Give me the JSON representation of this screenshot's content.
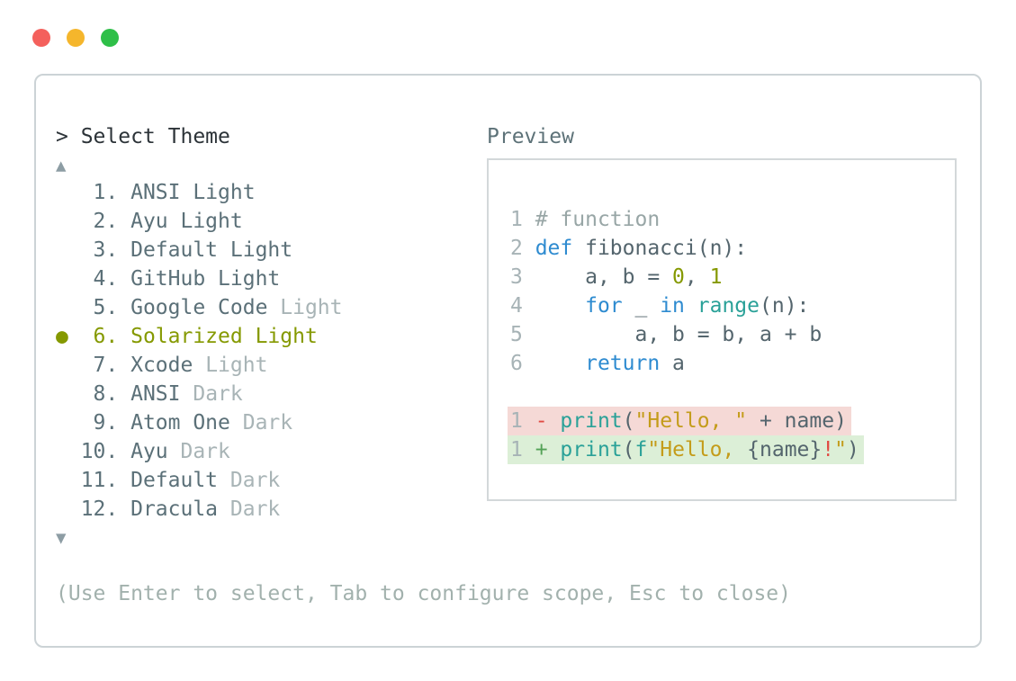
{
  "window": {
    "traffic_lights": [
      {
        "name": "close",
        "color": "#f4605c"
      },
      {
        "name": "minimize",
        "color": "#f5b62c"
      },
      {
        "name": "zoom",
        "color": "#2ebf48"
      }
    ]
  },
  "picker": {
    "prompt_title": "> Select Theme",
    "up_arrow": "▲",
    "down_arrow": "▼",
    "selected_bullet": "●",
    "items": [
      {
        "num": " 1.",
        "name": "ANSI",
        "variant": "Light",
        "dim_variant": false,
        "selected": false
      },
      {
        "num": " 2.",
        "name": "Ayu",
        "variant": "Light",
        "dim_variant": false,
        "selected": false
      },
      {
        "num": " 3.",
        "name": "Default",
        "variant": "Light",
        "dim_variant": false,
        "selected": false
      },
      {
        "num": " 4.",
        "name": "GitHub",
        "variant": "Light",
        "dim_variant": false,
        "selected": false
      },
      {
        "num": " 5.",
        "name": "Google Code",
        "variant": "Light",
        "dim_variant": true,
        "selected": false
      },
      {
        "num": " 6.",
        "name": "Solarized",
        "variant": "Light",
        "dim_variant": false,
        "selected": true
      },
      {
        "num": " 7.",
        "name": "Xcode",
        "variant": "Light",
        "dim_variant": true,
        "selected": false
      },
      {
        "num": " 8.",
        "name": "ANSI",
        "variant": "Dark",
        "dim_variant": true,
        "selected": false
      },
      {
        "num": " 9.",
        "name": "Atom One",
        "variant": "Dark",
        "dim_variant": true,
        "selected": false
      },
      {
        "num": "10.",
        "name": "Ayu",
        "variant": "Dark",
        "dim_variant": true,
        "selected": false
      },
      {
        "num": "11.",
        "name": "Default",
        "variant": "Dark",
        "dim_variant": true,
        "selected": false
      },
      {
        "num": "12.",
        "name": "Dracula",
        "variant": "Dark",
        "dim_variant": true,
        "selected": false
      }
    ],
    "footer_hint": "(Use Enter to select, Tab to configure scope, Esc to close)"
  },
  "preview": {
    "label": "Preview",
    "code_lines": [
      {
        "num": "1",
        "hl": null,
        "tokens": [
          [
            "# function",
            "comment"
          ]
        ]
      },
      {
        "num": "2",
        "hl": null,
        "tokens": [
          [
            "def",
            "kw"
          ],
          [
            " fibonacci(n):",
            "txt"
          ]
        ]
      },
      {
        "num": "3",
        "hl": null,
        "tokens": [
          [
            "    a, b = ",
            "txt"
          ],
          [
            "0",
            "num"
          ],
          [
            ", ",
            "txt"
          ],
          [
            "1",
            "num"
          ]
        ]
      },
      {
        "num": "4",
        "hl": null,
        "tokens": [
          [
            "    ",
            "txt"
          ],
          [
            "for",
            "kw"
          ],
          [
            " _ ",
            "txt"
          ],
          [
            "in",
            "kw"
          ],
          [
            " ",
            "txt"
          ],
          [
            "range",
            "fn"
          ],
          [
            "(n):",
            "txt"
          ]
        ]
      },
      {
        "num": "5",
        "hl": null,
        "tokens": [
          [
            "        a, b = b, a + b",
            "txt"
          ]
        ]
      },
      {
        "num": "6",
        "hl": null,
        "tokens": [
          [
            "    ",
            "txt"
          ],
          [
            "return",
            "kw"
          ],
          [
            " a",
            "txt"
          ]
        ]
      },
      {
        "num": "",
        "hl": null,
        "tokens": []
      },
      {
        "num": "1",
        "hl": "removed",
        "tokens": [
          [
            "- ",
            "red"
          ],
          [
            "print",
            "fn"
          ],
          [
            "(",
            "txt"
          ],
          [
            "\"Hello, \"",
            "str"
          ],
          [
            " + name)",
            "txt"
          ]
        ]
      },
      {
        "num": "1",
        "hl": "added",
        "tokens": [
          [
            "+ ",
            "green"
          ],
          [
            "print",
            "fn"
          ],
          [
            "(",
            "txt"
          ],
          [
            "f",
            "fn"
          ],
          [
            "\"Hello, ",
            "str"
          ],
          [
            "{name}",
            "txt"
          ],
          [
            "!",
            "red"
          ],
          [
            "\"",
            "str"
          ],
          [
            ")",
            "txt"
          ]
        ]
      }
    ]
  },
  "colors": {
    "selection_olive": "#859900",
    "syntax_keyword_blue": "#2e8bd0",
    "syntax_function_teal": "#2aa198",
    "syntax_string_yellow": "#c49c1a",
    "syntax_number_olive": "#859900",
    "diff_removed_bg": "#f5d9d6",
    "diff_added_bg": "#dcefd7",
    "diff_minus_red": "#e04a42",
    "diff_plus_green": "#54a257"
  }
}
